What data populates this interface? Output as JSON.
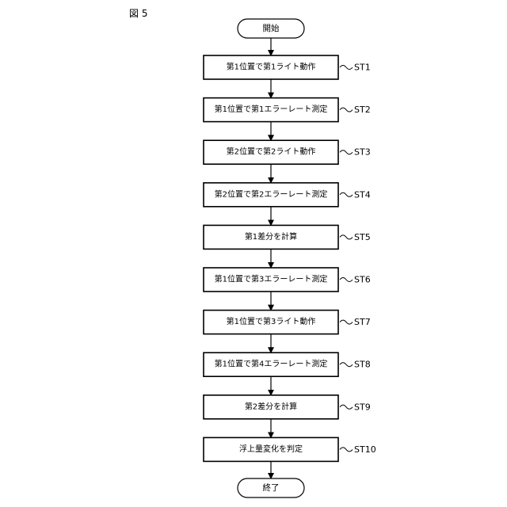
{
  "figure": {
    "label": "図 5"
  },
  "flowchart": {
    "start": "開始",
    "end": "終了",
    "steps": [
      {
        "text": "第1位置で第1ライト動作",
        "id": "ST1"
      },
      {
        "text": "第1位置で第1エラーレート測定",
        "id": "ST2"
      },
      {
        "text": "第2位置で第2ライト動作",
        "id": "ST3"
      },
      {
        "text": "第2位置で第2エラーレート測定",
        "id": "ST4"
      },
      {
        "text": "第1差分を計算",
        "id": "ST5"
      },
      {
        "text": "第1位置で第3エラーレート測定",
        "id": "ST6"
      },
      {
        "text": "第1位置で第3ライト動作",
        "id": "ST7"
      },
      {
        "text": "第1位置で第4エラーレート測定",
        "id": "ST8"
      },
      {
        "text": "第2差分を計算",
        "id": "ST9"
      },
      {
        "text": "浮上量変化を判定",
        "id": "ST10"
      }
    ]
  }
}
